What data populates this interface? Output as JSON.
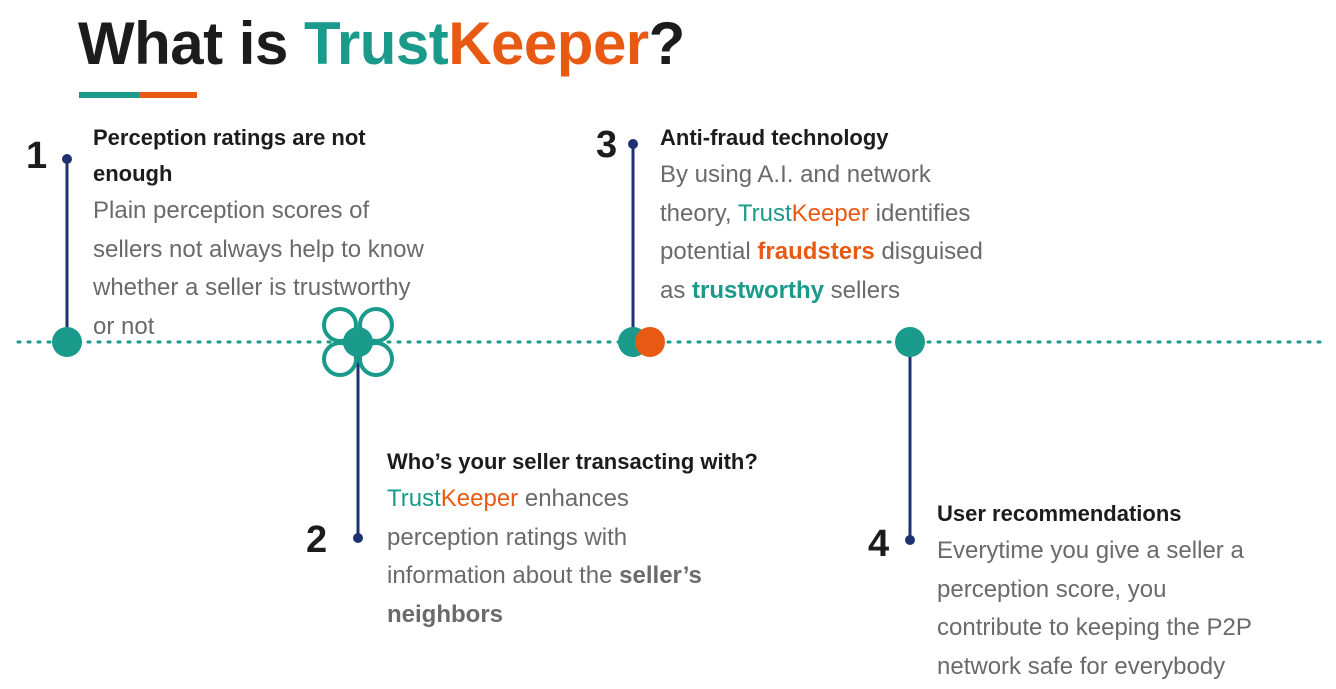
{
  "title": {
    "prefix": "What is ",
    "brand_part1": "Trust",
    "brand_part2": "Keeper",
    "suffix": "?"
  },
  "colors": {
    "teal": "#1a9a8a",
    "orange": "#e85a14",
    "navy": "#1e3170",
    "text_dark": "#1c1c1c",
    "text_gray": "#6a6a6a"
  },
  "steps": [
    {
      "number": "1",
      "heading_line1": "Perception ratings are not",
      "heading_line2": "enough",
      "body_line1": "Plain perception scores of",
      "body_line2": "sellers not always help to know",
      "body_line3": "whether a seller is trustworthy",
      "body_line4": "or not"
    },
    {
      "number": "2",
      "heading": "Who’s your seller transacting with?",
      "body_brand1": "Trust",
      "body_brand2": "Keeper",
      "body_line1_rest": " enhances",
      "body_line2": "perception ratings with",
      "body_line3_start": "information about the ",
      "body_line3_bold": "seller’s",
      "body_line4_bold": "neighbors"
    },
    {
      "number": "3",
      "heading": "Anti-fraud technology",
      "body_line1": "By using A.I. and network",
      "body_line2_start": "theory, ",
      "body_brand1": "Trust",
      "body_brand2": "Keeper",
      "body_line2_rest": " identifies",
      "body_line3_start": "potential ",
      "body_line3_bold": "fraudsters",
      "body_line3_rest": " disguised",
      "body_line4_start": "as ",
      "body_line4_bold": "trustworthy",
      "body_line4_rest": " sellers"
    },
    {
      "number": "4",
      "heading": "User recommendations",
      "body_line1": "Everytime you give a seller a",
      "body_line2": "perception score, you",
      "body_line3": "contribute to keeping the P2P",
      "body_line4": "network safe for everybody"
    }
  ]
}
